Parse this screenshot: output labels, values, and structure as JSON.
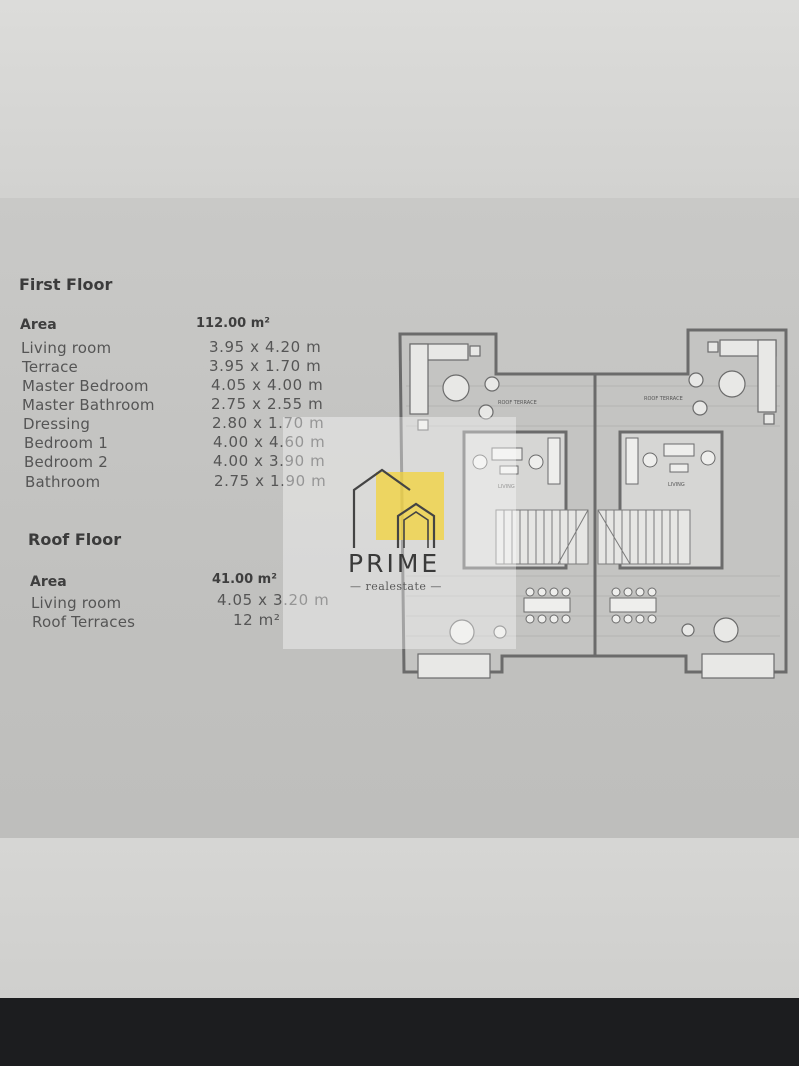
{
  "first_floor": {
    "title": "First Floor",
    "area_label": "Area",
    "area_value": "112.00 m²",
    "rooms": [
      {
        "name": "Living room",
        "dims": "3.95  x  4.20 m"
      },
      {
        "name": "Terrace",
        "dims": "3.95  x  1.70 m"
      },
      {
        "name": "Master Bedroom",
        "dims": "4.05  x  4.00 m"
      },
      {
        "name": "Master Bathroom",
        "dims": "2.75  x  2.55 m"
      },
      {
        "name": "Dressing",
        "dims": "2.80  x  1.70 m"
      },
      {
        "name": "Bedroom 1",
        "dims": "4.00  x  4.60 m"
      },
      {
        "name": "Bedroom 2",
        "dims": "4.00  x  3.90 m"
      },
      {
        "name": "Bathroom",
        "dims": "2.75  x  1.90 m"
      }
    ]
  },
  "roof_floor": {
    "title": "Roof Floor",
    "area_label": "Area",
    "area_value": "41.00 m²",
    "rooms": [
      {
        "name": "Living room",
        "dims": "4.05  x  3.20 m"
      },
      {
        "name": "Roof Terraces",
        "dims": "12 m²"
      }
    ]
  },
  "floor_plan": {
    "labels": {
      "roof_terrace_left": "ROOF TERRACE",
      "roof_terrace_right": "ROOF TERRACE",
      "living_left": "LIVING",
      "living_right": "LIVING"
    }
  },
  "watermark": {
    "brand": "PRIME",
    "tagline": "— realestate —",
    "accent_color": "#f3d33a"
  }
}
